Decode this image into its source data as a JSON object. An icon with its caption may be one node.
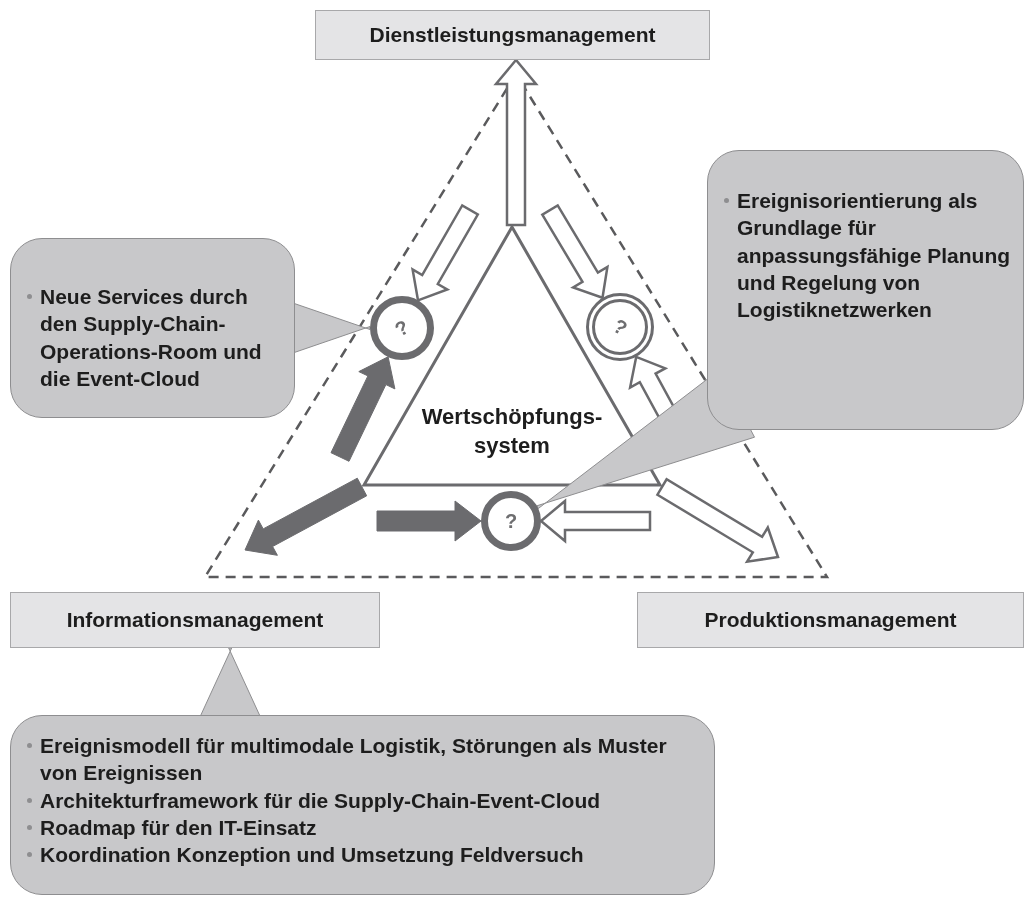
{
  "diagram": {
    "nodes": [
      {
        "text": [
          "Dienstleistungsmanagement"
        ]
      },
      {
        "text": [
          "Neue Services durch den Supply-Chain-Operations-Room und die Event-Cloud"
        ]
      },
      {
        "text": [
          "Ereignisorientierung als Grundlage für anpassungsfähige Planung und Regelung von Logistiknetzwerken"
        ]
      },
      {
        "text": [
          "?"
        ]
      },
      {
        "text": [
          "?"
        ]
      },
      {
        "text": [
          "Wertschöpfungs- system"
        ]
      },
      {
        "text": [
          "?"
        ]
      },
      {
        "text": [
          "Informationsmanagement"
        ]
      },
      {
        "text": [
          "Produktionsmanagement"
        ]
      },
      {
        "text": [
          "Ereignismodell für multimodale Logistik, Störungen als Muster von Ereignissen",
          "Architekturframework für die Supply-Chain-Event-Cloud",
          "Roadmap für den IT-Einsatz",
          "Koordination Konzeption und Umsetzung Feldversuch"
        ]
      }
    ],
    "edges": [
      {
        "from": 5,
        "to": 0,
        "arrow": "to"
      },
      {
        "from": null,
        "to": 3,
        "arrow": "to"
      },
      {
        "from": null,
        "to": 4,
        "arrow": "to"
      },
      {
        "from": null,
        "to": 4,
        "arrow": "to"
      },
      {
        "from": null,
        "to": 3,
        "arrow": "to",
        "style": "thick"
      },
      {
        "from": 5,
        "to": null,
        "arrow": "to",
        "style": "thick"
      },
      {
        "from": null,
        "to": 6,
        "arrow": "to",
        "style": "thick"
      },
      {
        "from": null,
        "to": 6,
        "arrow": "to"
      },
      {
        "from": 5,
        "to": null,
        "arrow": "to"
      },
      {
        "from": 1,
        "to": 3,
        "arrow": "none"
      },
      {
        "from": 2,
        "to": 6,
        "arrow": "none"
      },
      {
        "from": 9,
        "to": 7,
        "arrow": "none"
      }
    ]
  }
}
